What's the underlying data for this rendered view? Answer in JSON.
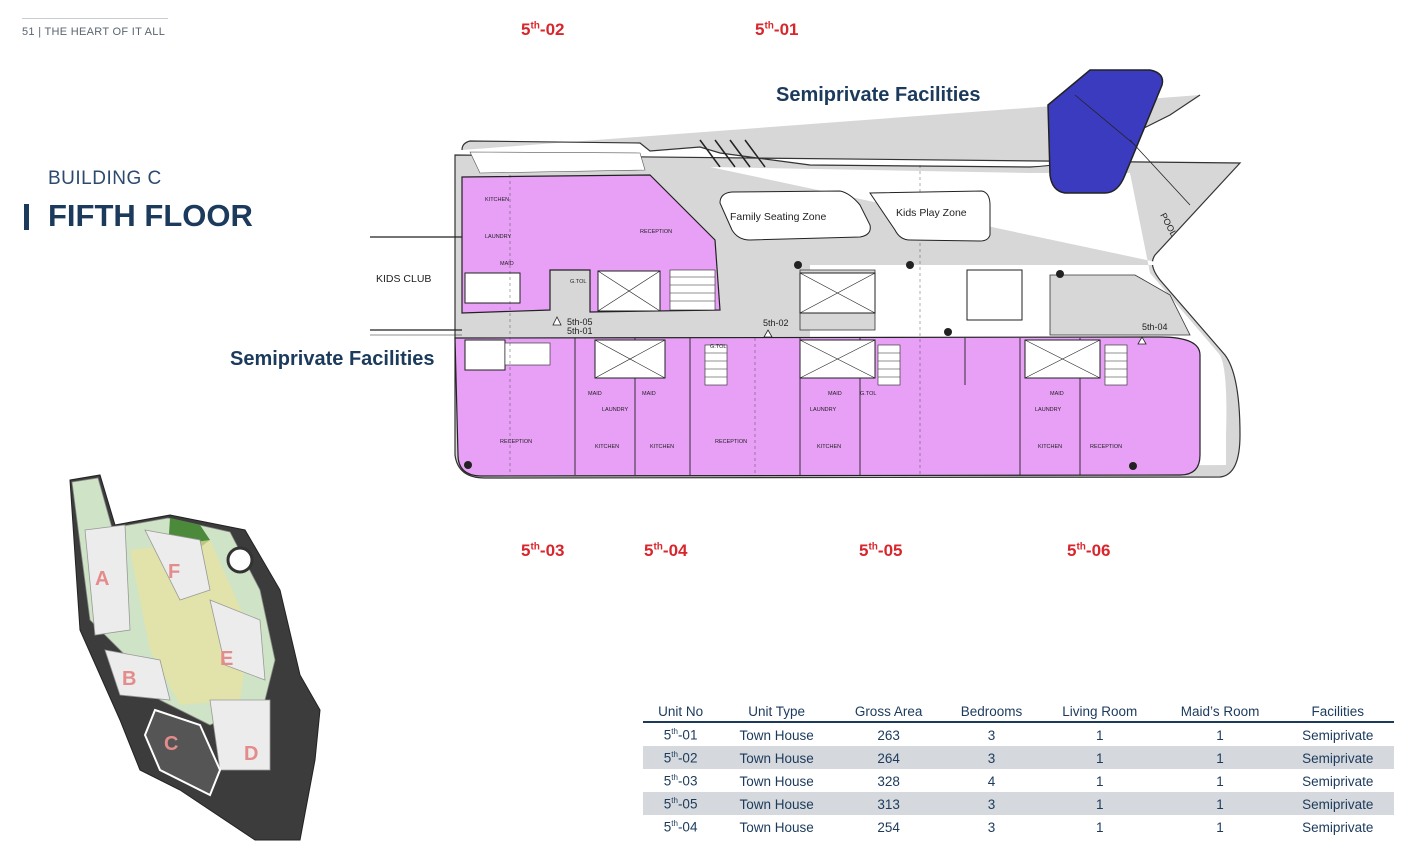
{
  "header": {
    "text": "51 | THE HEART OF IT ALL"
  },
  "title": {
    "building": "BUILDING C",
    "floor": "FIFTH FLOOR"
  },
  "unit_labels": {
    "top": [
      {
        "base": "5",
        "sup": "th",
        "suffix": "-02"
      },
      {
        "base": "5",
        "sup": "th",
        "suffix": "-01"
      }
    ],
    "bottom": [
      {
        "base": "5",
        "sup": "th",
        "suffix": "-03"
      },
      {
        "base": "5",
        "sup": "th",
        "suffix": "-04"
      },
      {
        "base": "5",
        "sup": "th",
        "suffix": "-05"
      },
      {
        "base": "5",
        "sup": "th",
        "suffix": "-06"
      }
    ]
  },
  "facilities_labels": {
    "top": "Semiprivate Facilities",
    "left": "Semiprivate Facilities"
  },
  "plan_labels": {
    "kids_club": "KIDS CLUB",
    "family_seating": "Family Seating Zone",
    "kids_play": "Kids Play Zone",
    "pool": "POOL",
    "reception": "RECEPTION",
    "kitchen": "KITCHEN",
    "laundry": "LAUNDRY",
    "maid": "MAID",
    "toilet": "G.TOL",
    "entry_05": "5th-05",
    "entry_01": "5th-01",
    "entry_02": "5th-02",
    "entry_04": "5th-04"
  },
  "site_plan": {
    "blocks": [
      "A",
      "F",
      "E",
      "B",
      "C",
      "D"
    ]
  },
  "colors": {
    "unit_fill": "#e7a0f5",
    "accent_red": "#d9262c",
    "navy": "#1b3a5c",
    "pool": "#3b3bbf",
    "row_shade": "#d5d8dc"
  },
  "table": {
    "headers": [
      "Unit No",
      "Unit Type",
      "Gross Area",
      "Bedrooms",
      "Living Room",
      "Maid’s Room",
      "Facilities"
    ],
    "rows": [
      {
        "unit_base": "5",
        "unit_sup": "th",
        "unit_suffix": "-01",
        "type": "Town House",
        "area": "263",
        "bedrooms": "3",
        "living": "1",
        "maid": "1",
        "facilities": "Semiprivate"
      },
      {
        "unit_base": "5",
        "unit_sup": "th",
        "unit_suffix": "-02",
        "type": "Town House",
        "area": "264",
        "bedrooms": "3",
        "living": "1",
        "maid": "1",
        "facilities": "Semiprivate"
      },
      {
        "unit_base": "5",
        "unit_sup": "th",
        "unit_suffix": "-03",
        "type": "Town House",
        "area": "328",
        "bedrooms": "4",
        "living": "1",
        "maid": "1",
        "facilities": "Semiprivate"
      },
      {
        "unit_base": "5",
        "unit_sup": "th",
        "unit_suffix": "-05",
        "type": "Town House",
        "area": "313",
        "bedrooms": "3",
        "living": "1",
        "maid": "1",
        "facilities": "Semiprivate"
      },
      {
        "unit_base": "5",
        "unit_sup": "th",
        "unit_suffix": "-04",
        "type": "Town House",
        "area": "254",
        "bedrooms": "3",
        "living": "1",
        "maid": "1",
        "facilities": "Semiprivate"
      }
    ]
  }
}
